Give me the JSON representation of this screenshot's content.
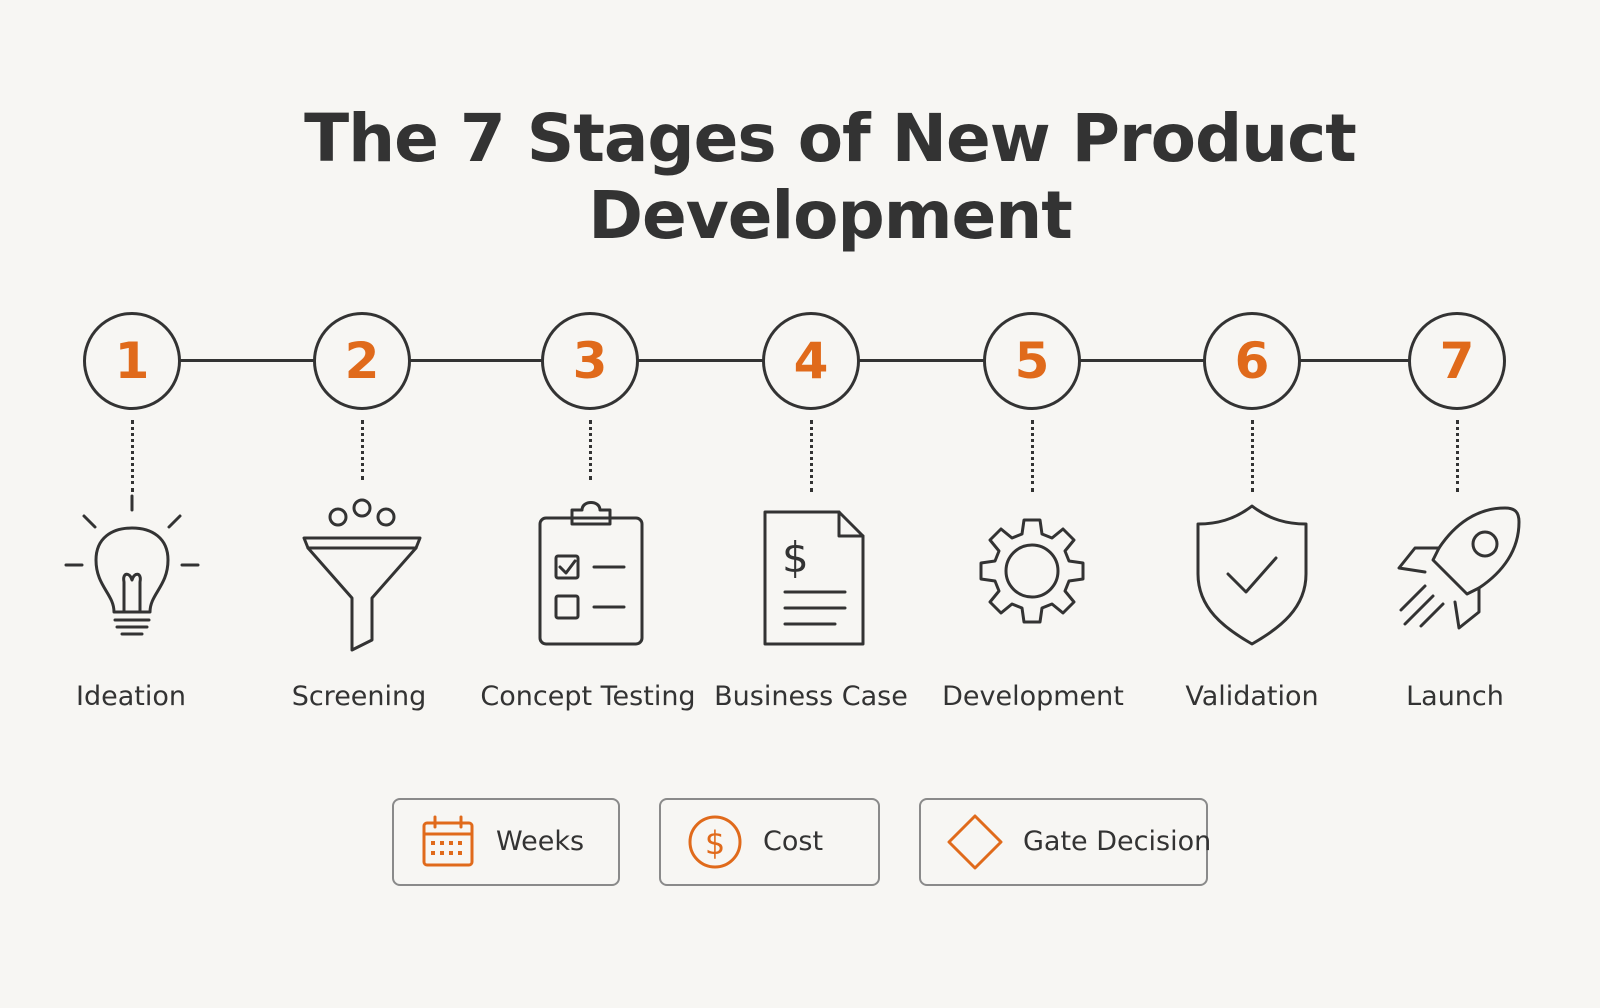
{
  "title": "The 7 Stages of New Product Development",
  "colors": {
    "accent": "#e06a1b",
    "ink": "#333333",
    "background": "#f7f6f3"
  },
  "stages": [
    {
      "number": "1",
      "label": "Ideation",
      "icon": "lightbulb-icon"
    },
    {
      "number": "2",
      "label": "Screening",
      "icon": "funnel-icon"
    },
    {
      "number": "3",
      "label": "Concept Testing",
      "icon": "clipboard-checklist-icon"
    },
    {
      "number": "4",
      "label": "Business Case",
      "icon": "dollar-document-icon"
    },
    {
      "number": "5",
      "label": "Development",
      "icon": "gear-icon"
    },
    {
      "number": "6",
      "label": "Validation",
      "icon": "shield-check-icon"
    },
    {
      "number": "7",
      "label": "Launch",
      "icon": "rocket-icon"
    }
  ],
  "legend": [
    {
      "label": "Weeks",
      "icon": "calendar-icon"
    },
    {
      "label": "Cost",
      "icon": "dollar-circle-icon"
    },
    {
      "label": "Gate Decision",
      "icon": "diamond-icon"
    }
  ]
}
